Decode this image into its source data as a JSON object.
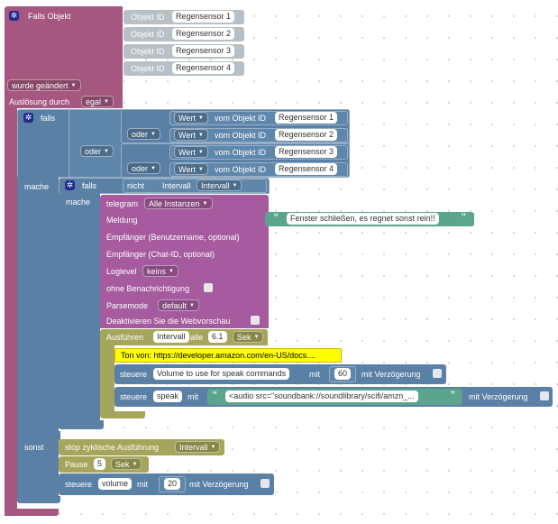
{
  "event": {
    "title": "Falls Objekt",
    "objects": [
      {
        "label": "Objekt ID",
        "value": "Regensensor 1"
      },
      {
        "label": "Objekt ID",
        "value": "Regensensor 2"
      },
      {
        "label": "Objekt ID",
        "value": "Regensensor 3"
      },
      {
        "label": "Objekt ID",
        "value": "Regensensor 4"
      }
    ],
    "trigger": "wurde geändert",
    "source_label": "Auslösung durch",
    "source_value": "egal"
  },
  "if1": {
    "label": "falls",
    "or_label": "oder",
    "conditions": [
      {
        "attr": "Wert",
        "from": "vom Objekt ID",
        "obj": "Regensensor 1"
      },
      {
        "attr": "Wert",
        "from": "vom Objekt ID",
        "obj": "Regensensor 2"
      },
      {
        "attr": "Wert",
        "from": "vom Objekt ID",
        "obj": "Regensensor 3"
      },
      {
        "attr": "Wert",
        "from": "vom Objekt ID",
        "obj": "Regensensor 4"
      }
    ],
    "do_label": "mache",
    "else_label": "sonst"
  },
  "if2": {
    "label": "falls",
    "not_label": "nicht",
    "interval_label": "Intervall",
    "interval_value": "Intervall",
    "do_label": "mache"
  },
  "telegram": {
    "title": "telegram",
    "instances": "Alle Instanzen",
    "message_label": "Meldung",
    "message_text": "Fenster schließen, es regnet sonst rein!!",
    "receiver_label": "Empfänger (Benutzername, optional)",
    "chat_label": "Empfänger (Chat-ID, optional)",
    "loglevel_label": "Loglevel",
    "loglevel_value": "keins",
    "silent_label": "ohne Benachrichtigung",
    "parse_label": "Parsemode",
    "parse_value": "default",
    "preview_label": "Deaktivieren Sie die Webvorschau"
  },
  "interval": {
    "label": "Ausführen",
    "name": "Intervall",
    "every": "alle",
    "value": "6.1",
    "unit": "Sek",
    "comment": "Ton von: https://developer.amazon.com/en-US/docs....",
    "control1": {
      "label": "steuere",
      "target": "Volume to use for speak commands",
      "with": "mit",
      "value": "60",
      "delay": "mit Verzögerung"
    },
    "control2": {
      "label": "steuere",
      "target": "speak",
      "with": "mit",
      "text": "<audio src=\"soundbank://soundlibrary/scifi/amzn_...",
      "delay": "mit Verzögerung"
    }
  },
  "else_branch": {
    "stop_label": "stop zyklische Ausführung",
    "stop_value": "Intervall",
    "pause_label": "Pause",
    "pause_value": "5",
    "pause_unit": "Sek",
    "control": {
      "label": "steuere",
      "target": "volume",
      "with": "mit",
      "value": "20",
      "delay": "mit Verzögerung"
    }
  },
  "colors": {
    "trigger": "#a5577f",
    "logic": "#5b80a5",
    "telegram": "#a55b9e",
    "timer": "#a5a55b",
    "comment": "#ffff00",
    "text": "#5ba58c"
  }
}
